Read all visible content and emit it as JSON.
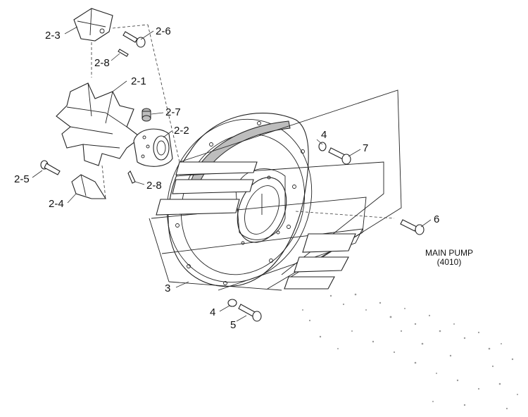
{
  "callouts": {
    "c_2_3": "2-3",
    "c_2_6": "2-6",
    "c_2_8_top": "2-8",
    "c_2_1": "2-1",
    "c_2_7": "2-7",
    "c_2_2": "2-2",
    "c_2_5": "2-5",
    "c_2_8_mid": "2-8",
    "c_2_4": "2-4",
    "c_4_top": "4",
    "c_7": "7",
    "c_6": "6",
    "c_3": "3",
    "c_4_bottom": "4",
    "c_5": "5"
  },
  "note": {
    "line1": "MAIN PUMP",
    "line2": "(4010)"
  }
}
